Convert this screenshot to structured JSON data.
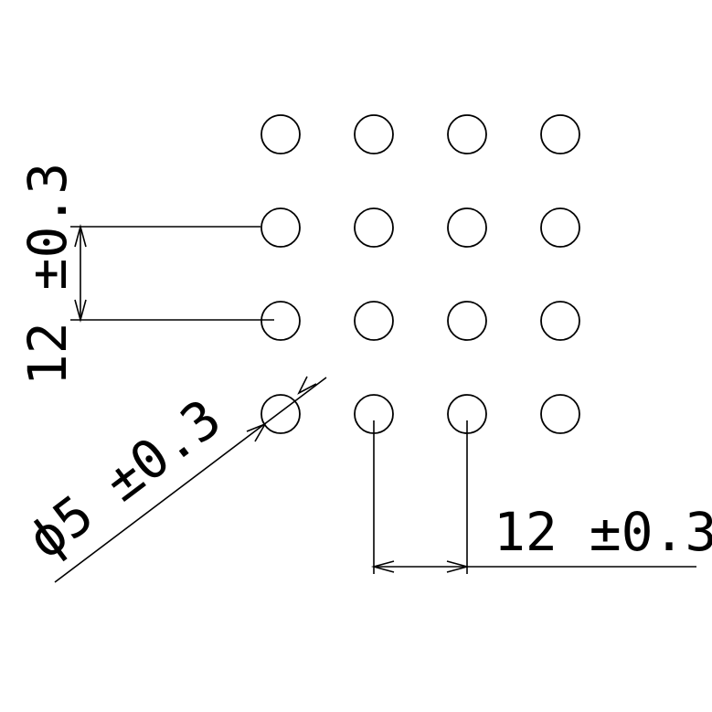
{
  "drawing": {
    "hole_grid": {
      "rows": 4,
      "columns": 4
    },
    "dimensions": {
      "vertical_pitch": {
        "text": "12 ±0.3"
      },
      "horizontal_pitch": {
        "text": "12 ±0.3"
      },
      "hole_diameter": {
        "text": "ϕ5 ±0.3"
      }
    }
  }
}
